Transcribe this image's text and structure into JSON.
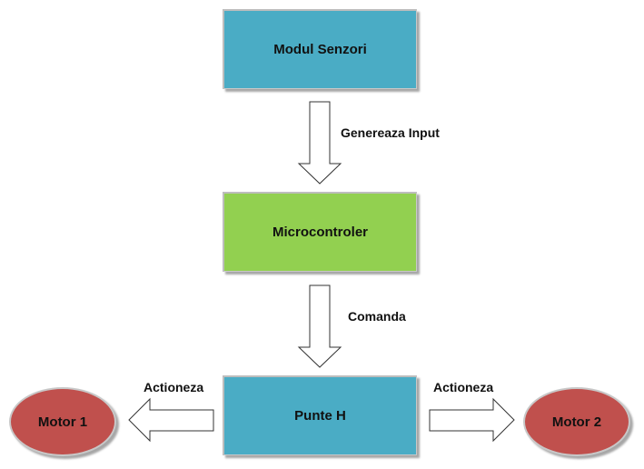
{
  "diagram": {
    "nodes": {
      "sensor_module": "Modul Senzori",
      "microcontroller": "Microcontroler",
      "h_bridge": "Punte H",
      "motor_1": "Motor 1",
      "motor_2": "Motor 2"
    },
    "edges": {
      "sensor_to_mcu": "Genereaza Input",
      "mcu_to_hbridge": "Comanda",
      "hbridge_to_motor1": "Actioneza",
      "hbridge_to_motor2": "Actioneza"
    },
    "colors": {
      "blue_block": "#4aacc5",
      "green_block": "#92d050",
      "motor_red": "#c0504d"
    }
  }
}
